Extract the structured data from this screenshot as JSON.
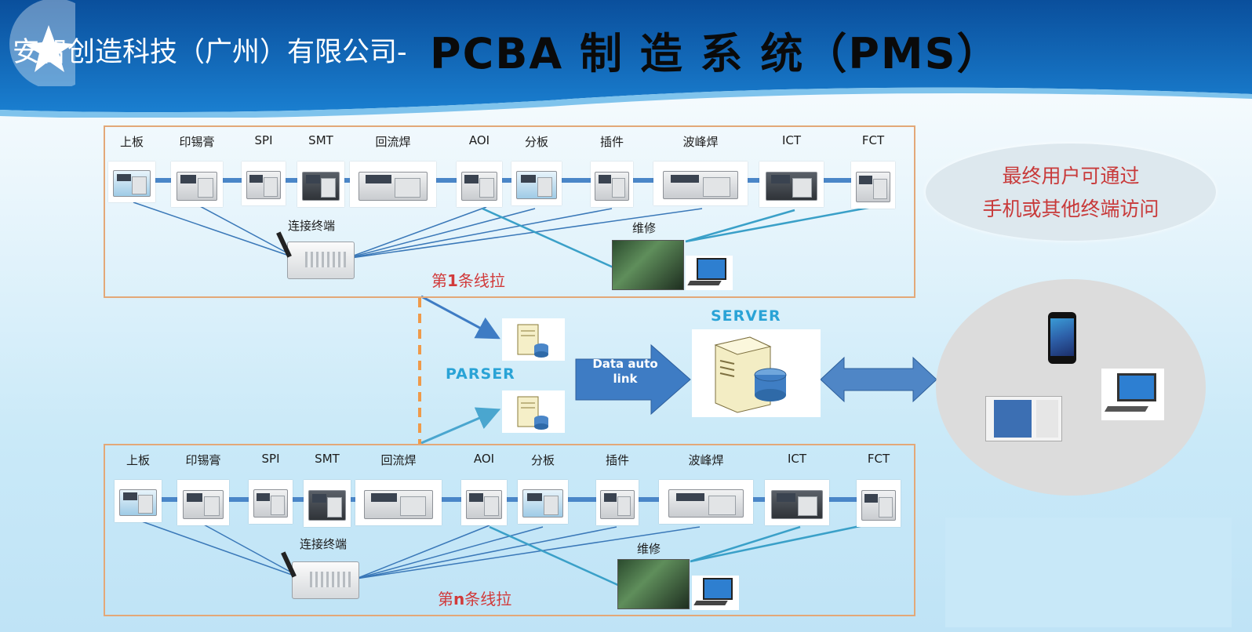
{
  "header": {
    "company": "安智创造科技（广州）有限公司-",
    "system": "PCBA 制 造 系 统（PMS）"
  },
  "stages": [
    "上板",
    "印锡膏",
    "SPI",
    "SMT",
    "回流焊",
    "AOI",
    "分板",
    "插件",
    "波峰焊",
    "ICT",
    "FCT"
  ],
  "line1": {
    "terminal_label": "连接终端",
    "repair_label": "维修",
    "title_prefix": "第",
    "title_num": "1",
    "title_suffix": "条线拉"
  },
  "linen": {
    "terminal_label": "连接终端",
    "repair_label": "维修",
    "title_prefix": "第",
    "title_num": "n",
    "title_suffix": "条线拉"
  },
  "parser_label": "PARSER",
  "server_label": "SERVER",
  "link_label": "Data auto\nlink",
  "end_user": {
    "line1": "最终用户可通过",
    "line2": "手机或其他终端访问"
  },
  "colors": {
    "banner": "#0b5aa8",
    "box_border": "#e3a878",
    "conveyor": "#4a86c8",
    "arrow": "#3e7cc4",
    "parser_text": "#2aa3d6",
    "title_red": "#d13a3a"
  },
  "icons": [
    "server-icon",
    "parser-server-icon",
    "phone-icon",
    "tablet-icon",
    "desktop-icon",
    "gateway-icon",
    "star-icon"
  ]
}
